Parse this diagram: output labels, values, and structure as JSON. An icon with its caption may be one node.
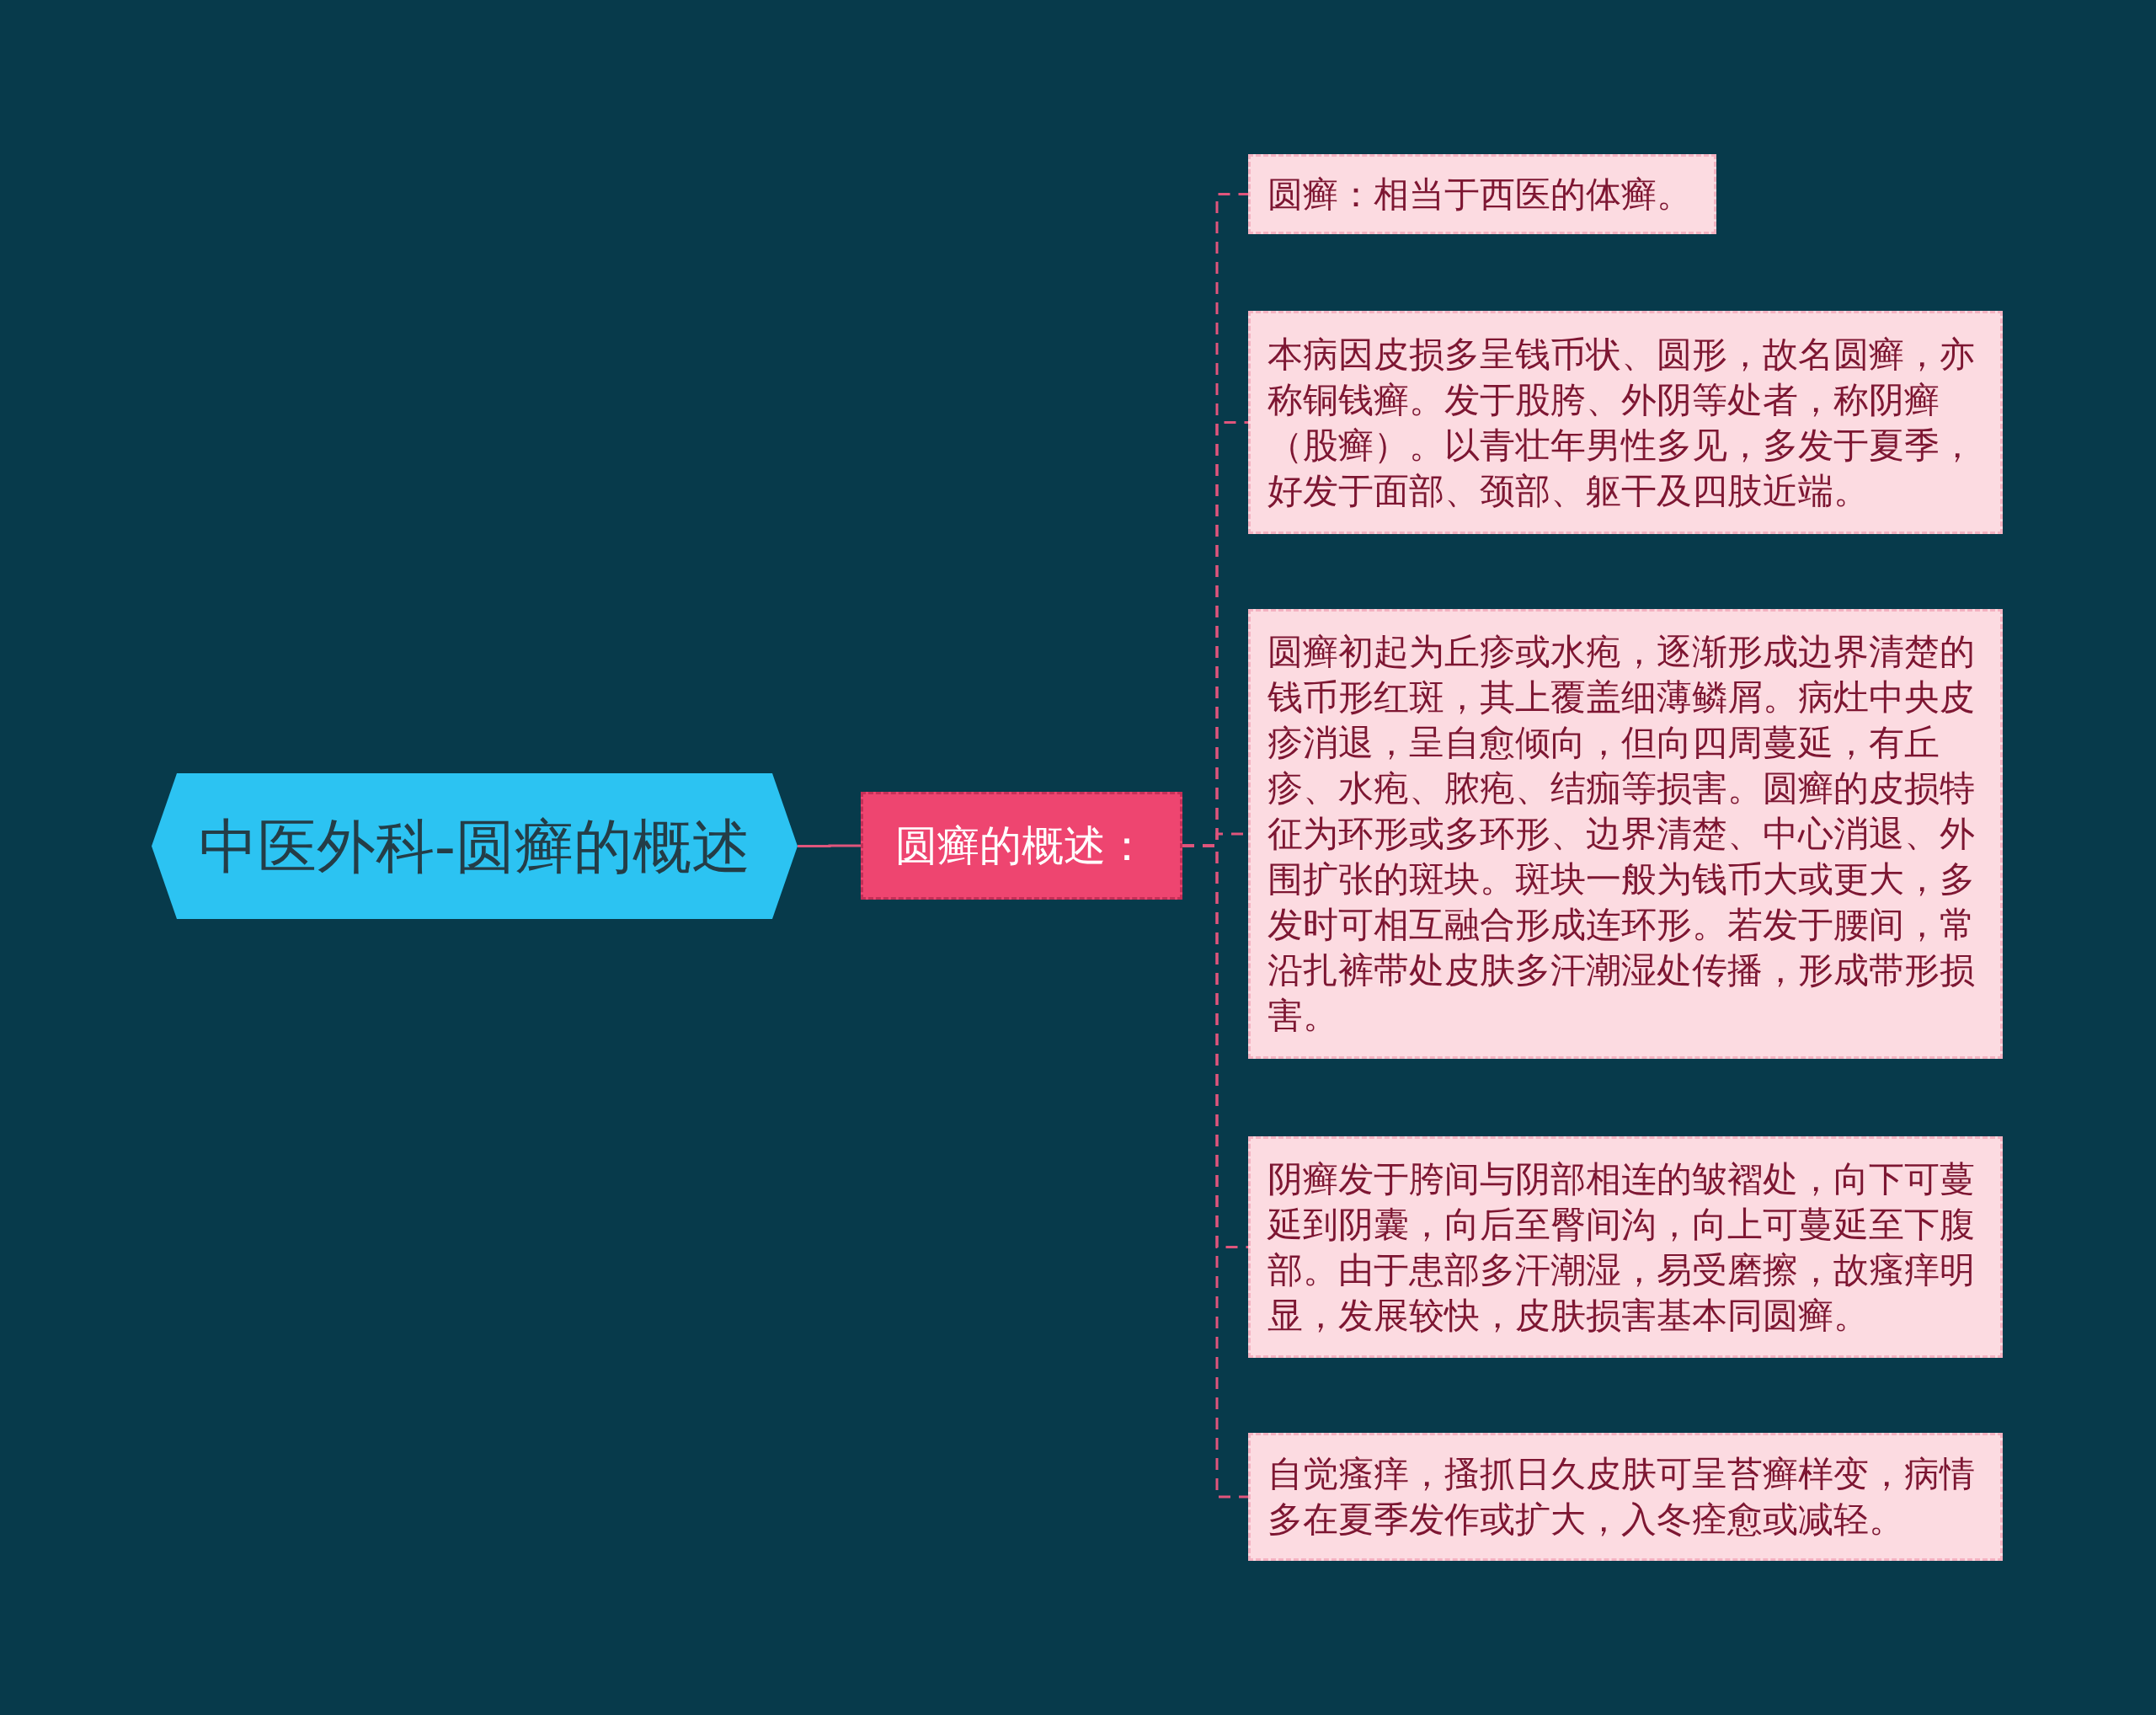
{
  "diagram": {
    "nodes": [
      {
        "text": [
          "中医外科-圆癣的概述"
        ]
      },
      {
        "text": [
          "圆癣的概述："
        ]
      },
      {
        "text": [
          "圆癣：相当于西医的体癣。"
        ]
      },
      {
        "text": [
          "本病因皮损多呈钱币状、圆形，故名圆癣，亦称铜钱癣。发于股胯、外阴等处者，称阴癣（股癣）。以青壮年男性多见，多发于夏季，好发于面部、颈部、躯干及四肢近端。"
        ]
      },
      {
        "text": [
          "圆癣初起为丘疹或水疱，逐渐形成边界清楚的钱币形红斑，其上覆盖细薄鳞屑。病灶中央皮疹消退，呈自愈倾向，但向四周蔓延，有丘疹、水疱、脓疱、结痂等损害。圆癣的皮损特征为环形或多环形、边界清楚、中心消退、外围扩张的斑块。斑块一般为钱币大或更大，多发时可相互融合形成连环形。若发于腰间，常沿扎裤带处皮肤多汗潮湿处传播，形成带形损害。"
        ]
      },
      {
        "text": [
          "阴癣发于胯间与阴部相连的皱褶处，向下可蔓延到阴囊，向后至臀间沟，向上可蔓延至下腹部。由于患部多汗潮湿，易受磨擦，故瘙痒明显，发展较快，皮肤损害基本同圆癣。"
        ]
      },
      {
        "text": [
          "自觉瘙痒，搔抓日久皮肤可呈苔癣样变，病情多在夏季发作或扩大，入冬痊愈或减轻。"
        ]
      }
    ],
    "edges": [
      {
        "from": 0,
        "to": 1,
        "arrow": "none"
      },
      {
        "from": 1,
        "to": 2,
        "arrow": "none",
        "style": "dashed"
      },
      {
        "from": 1,
        "to": 3,
        "arrow": "none",
        "style": "dashed"
      },
      {
        "from": 1,
        "to": 4,
        "arrow": "none",
        "style": "dashed"
      },
      {
        "from": 1,
        "to": 5,
        "arrow": "none",
        "style": "dashed"
      },
      {
        "from": 1,
        "to": 6,
        "arrow": "none",
        "style": "dashed"
      }
    ]
  }
}
